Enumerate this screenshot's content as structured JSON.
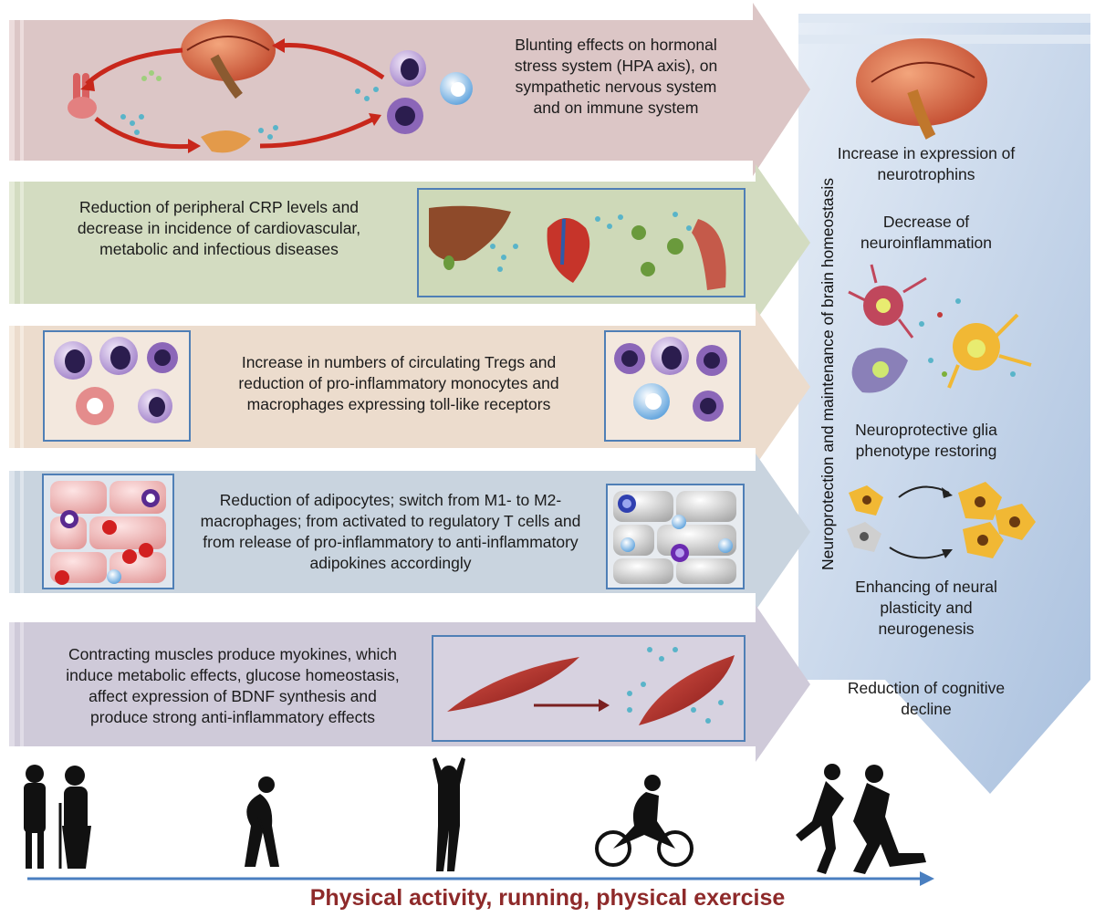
{
  "bands": [
    {
      "id": "hpa",
      "text": "Blunting effects on hormonal\nstress system (HPA axis), on\nsympathetic nervous system\nand on immune system",
      "color": "#dcc6c6"
    },
    {
      "id": "crp",
      "text": "Reduction of peripheral CRP levels and\ndecrease in incidence of cardiovascular,\nmetabolic and infectious diseases",
      "color": "#d3dcc1"
    },
    {
      "id": "tregs",
      "text": "Increase in numbers of circulating Tregs and\nreduction of pro-inflammatory monocytes and\nmacrophages expressing toll-like receptors",
      "color": "#ecdccd"
    },
    {
      "id": "adipo",
      "text": "Reduction of adipocytes; switch from M1- to M2-\nmacrophages; from activated to regulatory T cells and\nfrom release of pro-inflammatory to anti-inflammatory\nadipokines accordingly",
      "color": "#c9d4df"
    },
    {
      "id": "myo",
      "text": "Contracting muscles produce myokines, which\ninduce metabolic effects, glucose homeostasis,\naffect expression of BDNF synthesis  and\nproduce strong anti-inflammatory effects",
      "color": "#cfcad9"
    }
  ],
  "right_column": {
    "vertical_label": "Neuroprotection and maintenance of brain homeostasis",
    "items": [
      "Increase in expression of\nneurotrophins",
      "Decrease of\nneuroinflammation",
      "Neuroprotective glia\nphenotype restoring",
      "Enhancing of neural\nplasticity and\nneurogenesis",
      "Reduction of cognitive\ndecline"
    ]
  },
  "footer": {
    "label": "Physical activity, running, physical exercise",
    "silhouettes": [
      "elderly-couple-icon",
      "golfer-icon",
      "stretching-person-icon",
      "cyclist-icon",
      "runners-icon"
    ]
  },
  "colors": {
    "blue_arrow": "#c7d7ea",
    "axis_arrow": "#4a7fc0",
    "footer_text": "#8e2a2a",
    "inset_border": "#4f7fb6"
  }
}
